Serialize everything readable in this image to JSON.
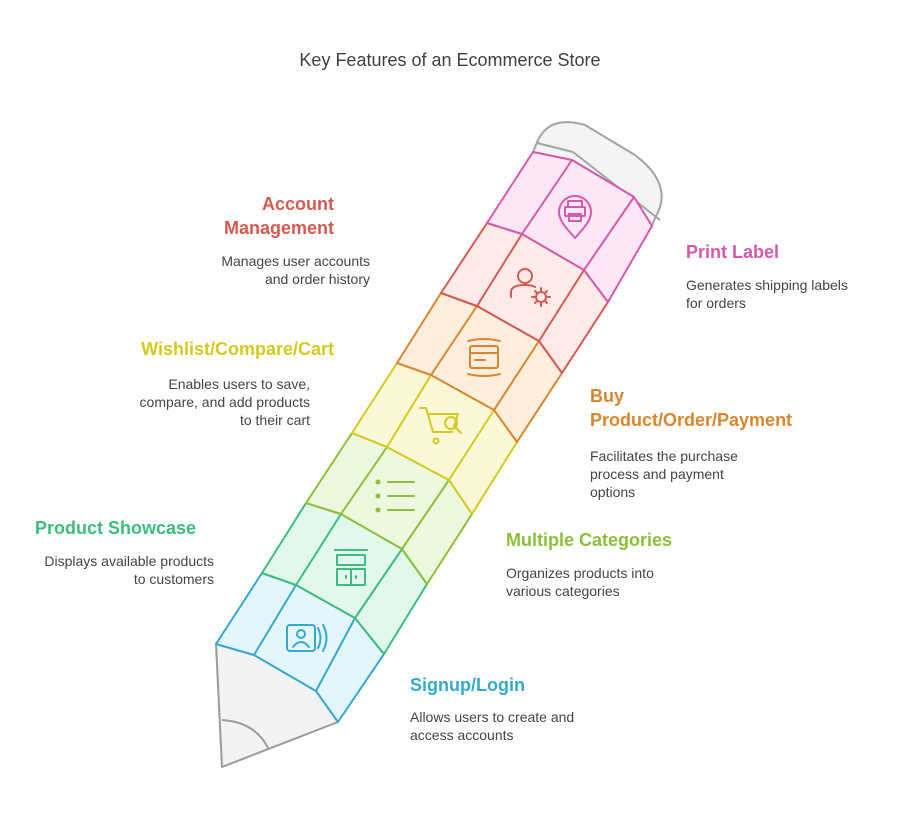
{
  "title": "Key Features of an Ecommerce Store",
  "colors": {
    "signup": "#35a9cf",
    "showcase": "#3dbd7d",
    "categories": "#8dbf3a",
    "wishlist": "#d6c91e",
    "buy": "#d9862e",
    "account": "#d65a50",
    "print": "#d45aae"
  },
  "features": {
    "account": {
      "heading_l1": "Account",
      "heading_l2": "Management",
      "desc_l1": "Manages user accounts",
      "desc_l2": "and order history",
      "icon": "user-gear-icon"
    },
    "print": {
      "heading": "Print Label",
      "desc_l1": "Generates shipping labels",
      "desc_l2": "for orders",
      "icon": "printer-pin-icon"
    },
    "wishlist": {
      "heading": "Wishlist/Compare/Cart",
      "desc_l1": "Enables users to save,",
      "desc_l2": "compare, and add products",
      "desc_l3": "to their cart",
      "icon": "cart-search-icon"
    },
    "buy": {
      "heading_l1": "Buy",
      "heading_l2": "Product/Order/Payment",
      "desc_l1": "Facilitates the purchase",
      "desc_l2": "process and payment",
      "desc_l3": "options",
      "icon": "credit-card-icon"
    },
    "showcase": {
      "heading": "Product Showcase",
      "desc_l1": "Displays available products",
      "desc_l2": "to customers",
      "icon": "shelf-icon"
    },
    "categories": {
      "heading": "Multiple Categories",
      "desc_l1": "Organizes products into",
      "desc_l2": "various categories",
      "icon": "list-icon"
    },
    "signup": {
      "heading": "Signup/Login",
      "desc_l1": "Allows users to create and",
      "desc_l2": "access accounts",
      "icon": "contactless-id-icon"
    }
  }
}
